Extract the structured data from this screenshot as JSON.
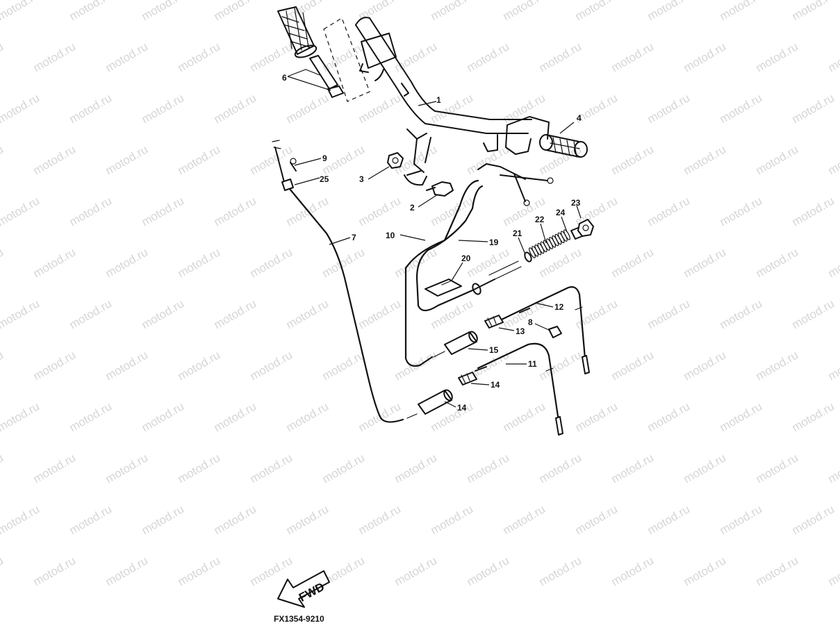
{
  "diagram": {
    "watermark_text": "motod.ru",
    "direction_label": "FWD",
    "figure_code": "FX1354-9210",
    "callouts": [
      "1",
      "2",
      "3",
      "4",
      "6",
      "7",
      "8",
      "9",
      "10",
      "11",
      "12",
      "13",
      "14",
      "14",
      "15",
      "19",
      "20",
      "21",
      "22",
      "23",
      "24",
      "25"
    ]
  }
}
